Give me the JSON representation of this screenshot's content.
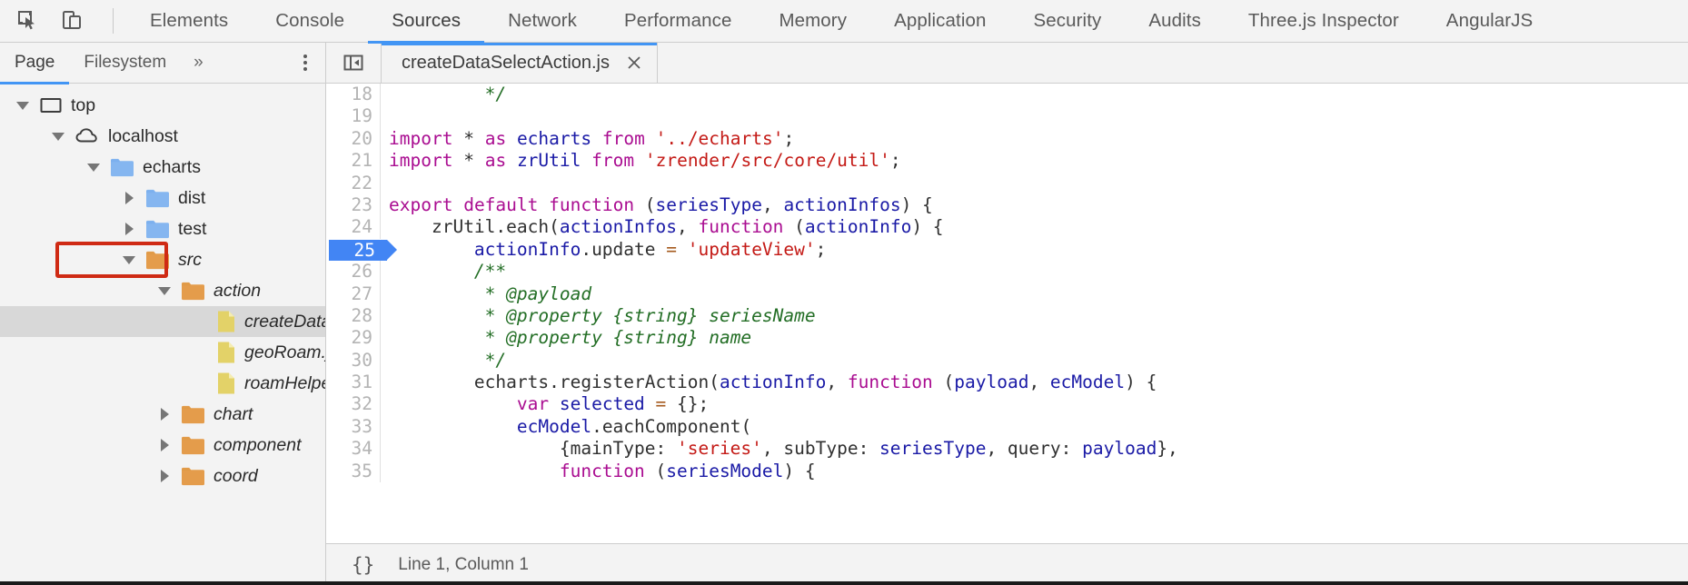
{
  "toolbar": {
    "inspect_icon": "inspect-cursor-icon",
    "device_icon": "device-toolbar-icon",
    "tabs": [
      {
        "label": "Elements",
        "active": false
      },
      {
        "label": "Console",
        "active": false
      },
      {
        "label": "Sources",
        "active": true
      },
      {
        "label": "Network",
        "active": false
      },
      {
        "label": "Performance",
        "active": false
      },
      {
        "label": "Memory",
        "active": false
      },
      {
        "label": "Application",
        "active": false
      },
      {
        "label": "Security",
        "active": false
      },
      {
        "label": "Audits",
        "active": false
      },
      {
        "label": "Three.js Inspector",
        "active": false
      },
      {
        "label": "AngularJS",
        "active": false
      }
    ]
  },
  "navigator": {
    "tabs": [
      {
        "label": "Page",
        "active": true
      },
      {
        "label": "Filesystem",
        "active": false
      }
    ],
    "more_label": "»",
    "menu_icon": "kebab-menu-icon",
    "tree": [
      {
        "label": "top",
        "depth": 0,
        "arrow": "down",
        "icon": "frame",
        "italic": false,
        "selected": false
      },
      {
        "label": "localhost",
        "depth": 1,
        "arrow": "down",
        "icon": "cloud",
        "italic": false,
        "selected": false
      },
      {
        "label": "echarts",
        "depth": 2,
        "arrow": "down",
        "icon": "folder-blue",
        "italic": false,
        "selected": false
      },
      {
        "label": "dist",
        "depth": 3,
        "arrow": "right",
        "icon": "folder-blue",
        "italic": false,
        "selected": false
      },
      {
        "label": "test",
        "depth": 3,
        "arrow": "right",
        "icon": "folder-blue",
        "italic": false,
        "selected": false
      },
      {
        "label": "src",
        "depth": 3,
        "arrow": "down",
        "icon": "folder-orange",
        "italic": true,
        "selected": false,
        "highlighted": true
      },
      {
        "label": "action",
        "depth": 4,
        "arrow": "down",
        "icon": "folder-orange",
        "italic": true,
        "selected": false
      },
      {
        "label": "createDataSelectAction.js",
        "depth": 5,
        "arrow": "none",
        "icon": "file-js",
        "italic": true,
        "selected": true
      },
      {
        "label": "geoRoam.js",
        "depth": 5,
        "arrow": "none",
        "icon": "file-js",
        "italic": true,
        "selected": false
      },
      {
        "label": "roamHelper.js",
        "depth": 5,
        "arrow": "none",
        "icon": "file-js",
        "italic": true,
        "selected": false
      },
      {
        "label": "chart",
        "depth": 4,
        "arrow": "right",
        "icon": "folder-orange",
        "italic": true,
        "selected": false
      },
      {
        "label": "component",
        "depth": 4,
        "arrow": "right",
        "icon": "folder-orange",
        "italic": true,
        "selected": false
      },
      {
        "label": "coord",
        "depth": 4,
        "arrow": "right",
        "icon": "folder-orange",
        "italic": true,
        "selected": false
      }
    ],
    "annotation_color": "#cf2a14"
  },
  "editor": {
    "nav_toggle_icon": "panel-collapse-icon",
    "file_tab": {
      "name": "createDataSelectAction.js",
      "close_icon": "close-icon",
      "active": true
    },
    "breakpoint_line": 25,
    "lines": [
      {
        "num": 18,
        "tokens": [
          {
            "t": "         ",
            "c": "plain"
          },
          {
            "t": "*/",
            "c": "cmt"
          }
        ]
      },
      {
        "num": 19,
        "tokens": []
      },
      {
        "num": 20,
        "tokens": [
          {
            "t": "import",
            "c": "kw"
          },
          {
            "t": " ",
            "c": "plain"
          },
          {
            "t": "*",
            "c": "plain"
          },
          {
            "t": " ",
            "c": "plain"
          },
          {
            "t": "as",
            "c": "kw"
          },
          {
            "t": " ",
            "c": "plain"
          },
          {
            "t": "echarts",
            "c": "id"
          },
          {
            "t": " ",
            "c": "plain"
          },
          {
            "t": "from",
            "c": "kw"
          },
          {
            "t": " ",
            "c": "plain"
          },
          {
            "t": "'../echarts'",
            "c": "str"
          },
          {
            "t": ";",
            "c": "plain"
          }
        ]
      },
      {
        "num": 21,
        "tokens": [
          {
            "t": "import",
            "c": "kw"
          },
          {
            "t": " ",
            "c": "plain"
          },
          {
            "t": "*",
            "c": "plain"
          },
          {
            "t": " ",
            "c": "plain"
          },
          {
            "t": "as",
            "c": "kw"
          },
          {
            "t": " ",
            "c": "plain"
          },
          {
            "t": "zrUtil",
            "c": "id"
          },
          {
            "t": " ",
            "c": "plain"
          },
          {
            "t": "from",
            "c": "kw"
          },
          {
            "t": " ",
            "c": "plain"
          },
          {
            "t": "'zrender/src/core/util'",
            "c": "str"
          },
          {
            "t": ";",
            "c": "plain"
          }
        ]
      },
      {
        "num": 22,
        "tokens": []
      },
      {
        "num": 23,
        "tokens": [
          {
            "t": "export",
            "c": "kw"
          },
          {
            "t": " ",
            "c": "plain"
          },
          {
            "t": "default",
            "c": "kw"
          },
          {
            "t": " ",
            "c": "plain"
          },
          {
            "t": "function",
            "c": "kw"
          },
          {
            "t": " (",
            "c": "plain"
          },
          {
            "t": "seriesType",
            "c": "id"
          },
          {
            "t": ", ",
            "c": "plain"
          },
          {
            "t": "actionInfos",
            "c": "id"
          },
          {
            "t": ") {",
            "c": "plain"
          }
        ]
      },
      {
        "num": 24,
        "tokens": [
          {
            "t": "    ",
            "c": "plain"
          },
          {
            "t": "zrUtil",
            "c": "plain"
          },
          {
            "t": ".each(",
            "c": "plain"
          },
          {
            "t": "actionInfos",
            "c": "id"
          },
          {
            "t": ", ",
            "c": "plain"
          },
          {
            "t": "function",
            "c": "kw"
          },
          {
            "t": " (",
            "c": "plain"
          },
          {
            "t": "actionInfo",
            "c": "id"
          },
          {
            "t": ") {",
            "c": "plain"
          }
        ]
      },
      {
        "num": 25,
        "tokens": [
          {
            "t": "        ",
            "c": "plain"
          },
          {
            "t": "actionInfo",
            "c": "id"
          },
          {
            "t": ".update ",
            "c": "plain"
          },
          {
            "t": "=",
            "c": "op"
          },
          {
            "t": " ",
            "c": "plain"
          },
          {
            "t": "'updateView'",
            "c": "str"
          },
          {
            "t": ";",
            "c": "plain"
          }
        ]
      },
      {
        "num": 26,
        "tokens": [
          {
            "t": "        ",
            "c": "plain"
          },
          {
            "t": "/**",
            "c": "cmt"
          }
        ]
      },
      {
        "num": 27,
        "tokens": [
          {
            "t": "         ",
            "c": "plain"
          },
          {
            "t": "* @payload",
            "c": "cmt"
          }
        ]
      },
      {
        "num": 28,
        "tokens": [
          {
            "t": "         ",
            "c": "plain"
          },
          {
            "t": "* @property {string} seriesName",
            "c": "cmt"
          }
        ]
      },
      {
        "num": 29,
        "tokens": [
          {
            "t": "         ",
            "c": "plain"
          },
          {
            "t": "* @property {string} name",
            "c": "cmt"
          }
        ]
      },
      {
        "num": 30,
        "tokens": [
          {
            "t": "         ",
            "c": "plain"
          },
          {
            "t": "*/",
            "c": "cmt"
          }
        ]
      },
      {
        "num": 31,
        "tokens": [
          {
            "t": "        echarts.registerAction(",
            "c": "plain"
          },
          {
            "t": "actionInfo",
            "c": "id"
          },
          {
            "t": ", ",
            "c": "plain"
          },
          {
            "t": "function",
            "c": "kw"
          },
          {
            "t": " (",
            "c": "plain"
          },
          {
            "t": "payload",
            "c": "id"
          },
          {
            "t": ", ",
            "c": "plain"
          },
          {
            "t": "ecModel",
            "c": "id"
          },
          {
            "t": ") {",
            "c": "plain"
          }
        ]
      },
      {
        "num": 32,
        "tokens": [
          {
            "t": "            ",
            "c": "plain"
          },
          {
            "t": "var",
            "c": "kw"
          },
          {
            "t": " ",
            "c": "plain"
          },
          {
            "t": "selected",
            "c": "id"
          },
          {
            "t": " ",
            "c": "plain"
          },
          {
            "t": "=",
            "c": "op"
          },
          {
            "t": " {};",
            "c": "plain"
          }
        ]
      },
      {
        "num": 33,
        "tokens": [
          {
            "t": "            ",
            "c": "plain"
          },
          {
            "t": "ecModel",
            "c": "id"
          },
          {
            "t": ".eachComponent(",
            "c": "plain"
          }
        ]
      },
      {
        "num": 34,
        "tokens": [
          {
            "t": "                {mainType: ",
            "c": "plain"
          },
          {
            "t": "'series'",
            "c": "str"
          },
          {
            "t": ", subType: ",
            "c": "plain"
          },
          {
            "t": "seriesType",
            "c": "id"
          },
          {
            "t": ", query: ",
            "c": "plain"
          },
          {
            "t": "payload",
            "c": "id"
          },
          {
            "t": "},",
            "c": "plain"
          }
        ]
      },
      {
        "num": 35,
        "tokens": [
          {
            "t": "                ",
            "c": "plain"
          },
          {
            "t": "function",
            "c": "kw"
          },
          {
            "t": " (",
            "c": "plain"
          },
          {
            "t": "seriesModel",
            "c": "id"
          },
          {
            "t": ") {",
            "c": "plain"
          }
        ]
      }
    ]
  },
  "status_bar": {
    "pretty_print_label": "{}",
    "cursor_position": "Line 1, Column 1"
  }
}
